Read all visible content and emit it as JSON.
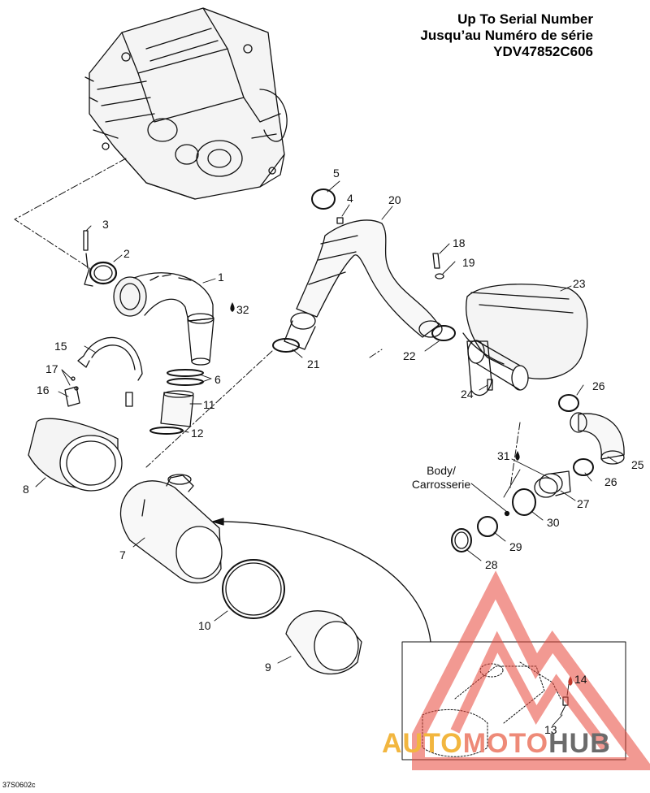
{
  "header": {
    "line1": "Up To Serial Number",
    "line2": "Jusqu’au Numéro de série",
    "line3": "YDV47852C606"
  },
  "figure_code": "37S0602c",
  "body_label": {
    "line1": "Body/",
    "line2": "Carrosserie"
  },
  "watermark": {
    "part1": "AUTO",
    "part2": "MOTO",
    "part3": "HUB"
  },
  "callouts": [
    {
      "id": "c1",
      "text": "1"
    },
    {
      "id": "c2",
      "text": "2"
    },
    {
      "id": "c3",
      "text": "3"
    },
    {
      "id": "c4",
      "text": "4"
    },
    {
      "id": "c5",
      "text": "5"
    },
    {
      "id": "c6",
      "text": "6"
    },
    {
      "id": "c7",
      "text": "7"
    },
    {
      "id": "c8",
      "text": "8"
    },
    {
      "id": "c9",
      "text": "9"
    },
    {
      "id": "c10",
      "text": "10"
    },
    {
      "id": "c11",
      "text": "11"
    },
    {
      "id": "c12",
      "text": "12"
    },
    {
      "id": "c13",
      "text": "13"
    },
    {
      "id": "c14",
      "text": "14"
    },
    {
      "id": "c15",
      "text": "15"
    },
    {
      "id": "c16",
      "text": "16"
    },
    {
      "id": "c17",
      "text": "17"
    },
    {
      "id": "c18",
      "text": "18"
    },
    {
      "id": "c19",
      "text": "19"
    },
    {
      "id": "c20",
      "text": "20"
    },
    {
      "id": "c21",
      "text": "21"
    },
    {
      "id": "c22",
      "text": "22"
    },
    {
      "id": "c23",
      "text": "23"
    },
    {
      "id": "c24",
      "text": "24"
    },
    {
      "id": "c25",
      "text": "25"
    },
    {
      "id": "c26a",
      "text": "26"
    },
    {
      "id": "c26b",
      "text": "26"
    },
    {
      "id": "c27",
      "text": "27"
    },
    {
      "id": "c28",
      "text": "28"
    },
    {
      "id": "c29",
      "text": "29"
    },
    {
      "id": "c30",
      "text": "30"
    },
    {
      "id": "c31",
      "text": "31"
    },
    {
      "id": "c32",
      "text": "32"
    }
  ],
  "colors": {
    "line": "#111111",
    "watermark_red": "#e8463a",
    "watermark_orange": "#f2b63f"
  }
}
